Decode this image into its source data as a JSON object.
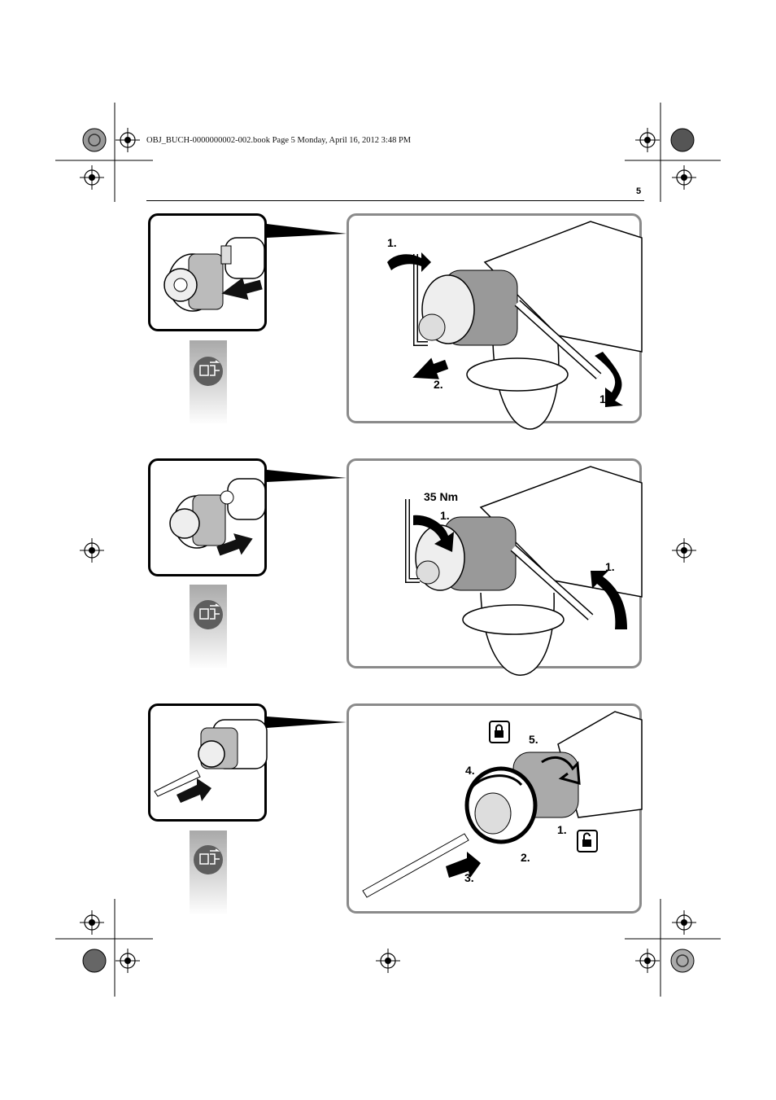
{
  "header": {
    "file_info": "OBJ_BUCH-0000000002-002.book  Page 5  Monday, April 16, 2012  3:48 PM",
    "page_number": "5"
  },
  "figures": [
    {
      "steps": [
        "1.",
        "2.",
        "1."
      ]
    },
    {
      "torque": "35 Nm",
      "steps": [
        "1.",
        "1."
      ]
    },
    {
      "steps": [
        "5.",
        "4.",
        "1.",
        "2.",
        "3."
      ]
    }
  ],
  "icons": [
    "registration-mark-icon",
    "color-target-icon",
    "unplug-icon",
    "lock-icon",
    "unlock-icon",
    "arrow-icon"
  ],
  "colors": {
    "frame": "#8a8a8a",
    "ink": "#000000",
    "badge": "#5e5e5e"
  }
}
